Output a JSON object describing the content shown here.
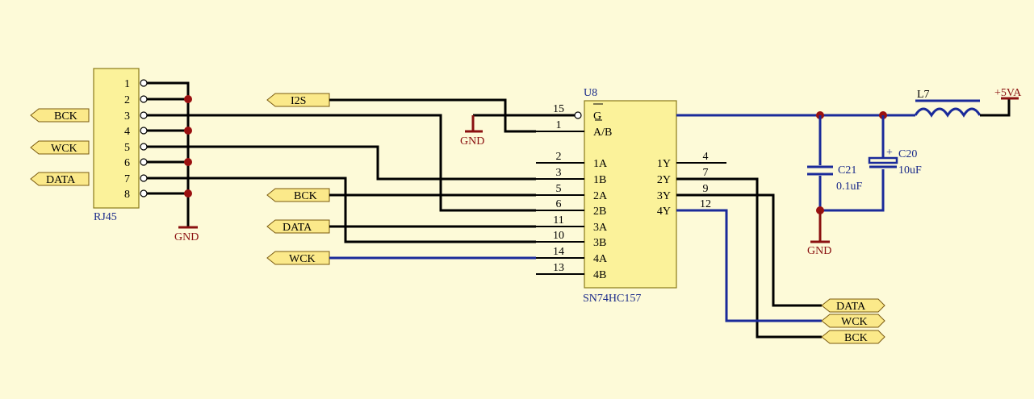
{
  "rj45": {
    "ref": "RJ45",
    "pins": [
      "1",
      "2",
      "3",
      "4",
      "5",
      "6",
      "7",
      "8"
    ]
  },
  "u8": {
    "ref": "U8",
    "part": "SN74HC157",
    "left_pins": [
      {
        "num": "15",
        "name": "G"
      },
      {
        "num": "1",
        "name": "A/B"
      },
      {
        "num": "2",
        "name": "1A"
      },
      {
        "num": "3",
        "name": "1B"
      },
      {
        "num": "5",
        "name": "2A"
      },
      {
        "num": "6",
        "name": "2B"
      },
      {
        "num": "11",
        "name": "3A"
      },
      {
        "num": "10",
        "name": "3B"
      },
      {
        "num": "14",
        "name": "4A"
      },
      {
        "num": "13",
        "name": "4B"
      }
    ],
    "right_pins": [
      {
        "num": "4",
        "name": "1Y"
      },
      {
        "num": "7",
        "name": "2Y"
      },
      {
        "num": "9",
        "name": "3Y"
      },
      {
        "num": "12",
        "name": "4Y"
      }
    ]
  },
  "flags": {
    "left_bck": "BCK",
    "left_wck": "WCK",
    "left_data": "DATA",
    "i2s": "I2S",
    "mid_bck": "BCK",
    "mid_data": "DATA",
    "mid_wck": "WCK",
    "out_data": "DATA",
    "out_wck": "WCK",
    "out_bck": "BCK"
  },
  "gnd": {
    "rj45": "GND",
    "u8": "GND",
    "caps": "GND"
  },
  "c21": {
    "ref": "C21",
    "value": "0.1uF"
  },
  "c20": {
    "ref": "C20",
    "value": "10uF",
    "polarity": "+"
  },
  "l7": {
    "ref": "L7"
  },
  "power": {
    "label": "+5VA"
  },
  "colors": {
    "background": "#fdfad8",
    "component_body": "#fbf29a",
    "wire_black": "#000000",
    "wire_blue": "#1a2a9a",
    "gnd_red": "#8a1010"
  }
}
